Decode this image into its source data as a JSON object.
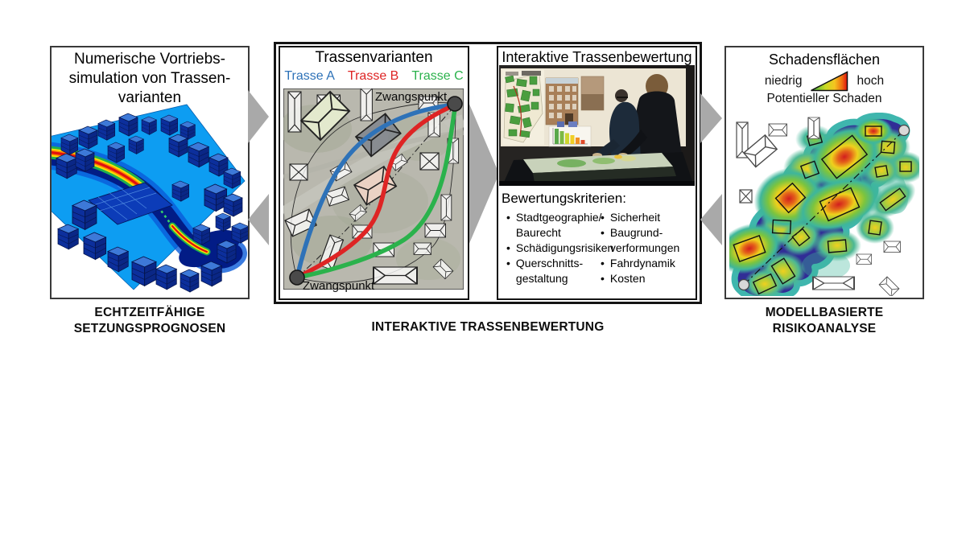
{
  "left_panel": {
    "title_lines": [
      "Numerische Vortriebs-",
      "simulation von Trassen-",
      "varianten"
    ],
    "caption_lines": [
      "ECHTZEITFÄHIGE",
      "SETZUNGSPROGNOSEN"
    ]
  },
  "flow": {
    "middle_caption": "INTERAKTIVE TRASSENBEWERTUNG",
    "arrow_color": "#a9a9a9"
  },
  "route_panel": {
    "title": "Trassenvarianten",
    "legend": [
      {
        "label": "Trasse A",
        "color": "#2e72b8"
      },
      {
        "label": "Trasse B",
        "color": "#de2424"
      },
      {
        "label": "Trasse C",
        "color": "#2bb24c"
      }
    ],
    "constraint_top": "Zwangspunkt",
    "constraint_bottom": "Zwangspunkt"
  },
  "evaluation_panel": {
    "title": "Interaktive Trassenbewertung",
    "criteria_heading": "Bewertungskriterien:",
    "criteria_col1": [
      [
        "Stadtgeographie/",
        "Baurecht"
      ],
      [
        "Schädigungsrisiken"
      ],
      [
        "Querschnitts-",
        "gestaltung"
      ]
    ],
    "criteria_col2": [
      [
        "Sicherheit"
      ],
      [
        "Baugrund-",
        "verformungen"
      ],
      [
        "Fahrdynamik"
      ],
      [
        "Kosten"
      ]
    ]
  },
  "damage_panel": {
    "title": "Schadensflächen",
    "legend_low": "niedrig",
    "legend_high": "hoch",
    "legend_caption": "Potentieller Schaden",
    "caption_lines": [
      "MODELLBASIERTE",
      "RISIKOANALYSE"
    ],
    "scale_colors": {
      "low": "#35b04a",
      "mid": "#f0d01e",
      "high": "#e01010"
    }
  }
}
